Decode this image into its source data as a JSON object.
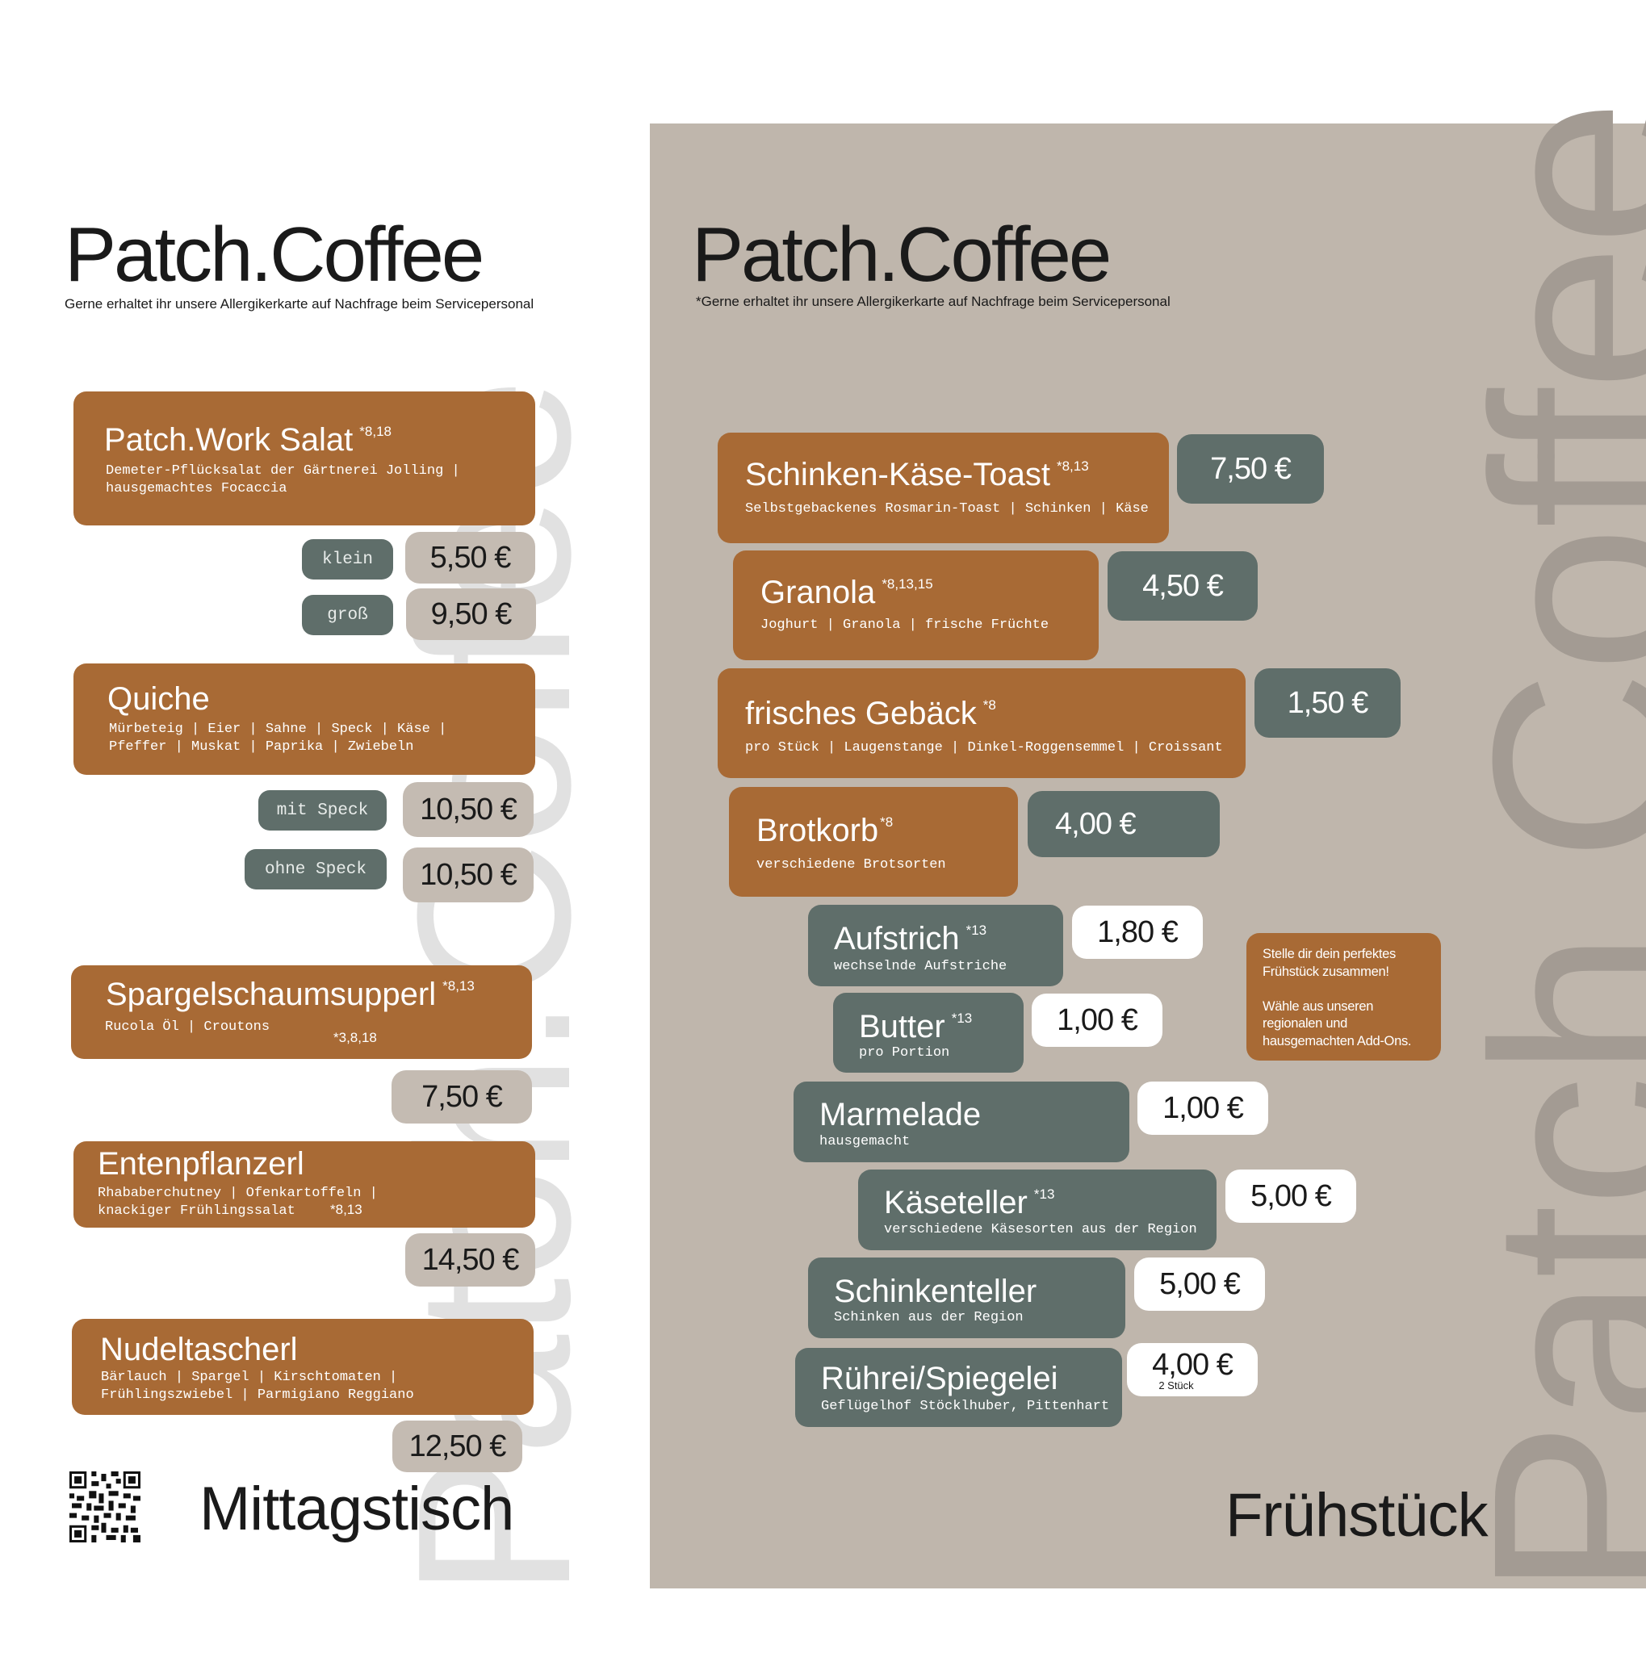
{
  "left": {
    "title": "Patch.Coffee",
    "watermark": "Patch.Coffee",
    "note": "Gerne erhaltet ihr unsere Allergikerkarte auf Nachfrage beim Servicepersonal",
    "section": "Mittagstisch",
    "items": [
      {
        "name": "Patch.Work Salat",
        "allergens": "*8,18",
        "desc": "Demeter-Pflücksalat der Gärtnerei Jolling |\nhausgemachtes Focaccia",
        "options": [
          {
            "label": "klein",
            "price": "5,50 €"
          },
          {
            "label": "groß",
            "price": "9,50 €"
          }
        ]
      },
      {
        "name": "Quiche",
        "desc": "Mürbeteig | Eier | Sahne | Speck | Käse |\nPfeffer | Muskat | Paprika | Zwiebeln",
        "options": [
          {
            "label": "mit Speck",
            "price": "10,50 €"
          },
          {
            "label": "ohne Speck",
            "price": "10,50 €"
          }
        ]
      },
      {
        "name": "Spargelschaumsupperl",
        "allergens": "*8,13",
        "desc": "Rucola Öl | Croutons",
        "extra_allergens": "*3,8,18",
        "price": "7,50 €"
      },
      {
        "name": "Entenpflanzerl",
        "desc": "Rhababerchutney | Ofenkartoffeln |\nknackiger Frühlingssalat",
        "extra_allergens": "*8,13",
        "price": "14,50 €"
      },
      {
        "name": "Nudeltascherl",
        "desc": "Bärlauch | Spargel | Kirschtomaten |\nFrühlingszwiebel | Parmigiano Reggiano",
        "price": "12,50 €"
      }
    ]
  },
  "right": {
    "title": "Patch.Coffee",
    "watermark": "Patch.Coffee",
    "note": "*Gerne erhaltet ihr unsere Allergikerkarte auf Nachfrage beim Servicepersonal",
    "section": "Frühstück",
    "promo": "Stelle dir dein perfektes\nFrühstück zusammen!\n\nWähle aus unseren\nregionalen und\nhausgemachten Add-Ons.",
    "items": [
      {
        "name": "Schinken-Käse-Toast",
        "allergens": "*8,13",
        "desc": "Selbstgebackenes Rosmarin-Toast | Schinken | Käse",
        "price": "7,50 €"
      },
      {
        "name": "Granola",
        "allergens": "*8,13,15",
        "desc": "Joghurt | Granola | frische Früchte",
        "price": "4,50 €"
      },
      {
        "name": "frisches Gebäck",
        "allergens": "*8",
        "desc": "pro Stück | Laugenstange | Dinkel-Roggensemmel | Croissant",
        "price": "1,50 €"
      },
      {
        "name": "Brotkorb",
        "allergens": "*8",
        "desc": "verschiedene Brotsorten",
        "price": "4,00 €"
      },
      {
        "name": "Aufstrich",
        "allergens": "*13",
        "desc": "wechselnde Aufstriche",
        "price": "1,80 €"
      },
      {
        "name": "Butter",
        "allergens": "*13",
        "desc": "pro Portion",
        "price": "1,00 €"
      },
      {
        "name": "Marmelade",
        "desc": "hausgemacht",
        "price": "1,00 €"
      },
      {
        "name": "Käseteller",
        "allergens": "*13",
        "desc": "verschiedene Käsesorten aus der Region",
        "price": "5,00 €"
      },
      {
        "name": "Schinkenteller",
        "desc": "Schinken aus der Region",
        "price": "5,00 €"
      },
      {
        "name": "Rührei/Spiegelei",
        "desc": "Geflügelhof Stöcklhuber, Pittenhart",
        "price": "4,00 €",
        "price_note": "2 Stück"
      }
    ]
  },
  "colors": {
    "brown": "#a86a35",
    "green": "#5f6e6a",
    "beige": "#bfb6ac",
    "price_beige": "#c4bbb2"
  },
  "icons": {
    "qr": "qr-code-icon"
  }
}
